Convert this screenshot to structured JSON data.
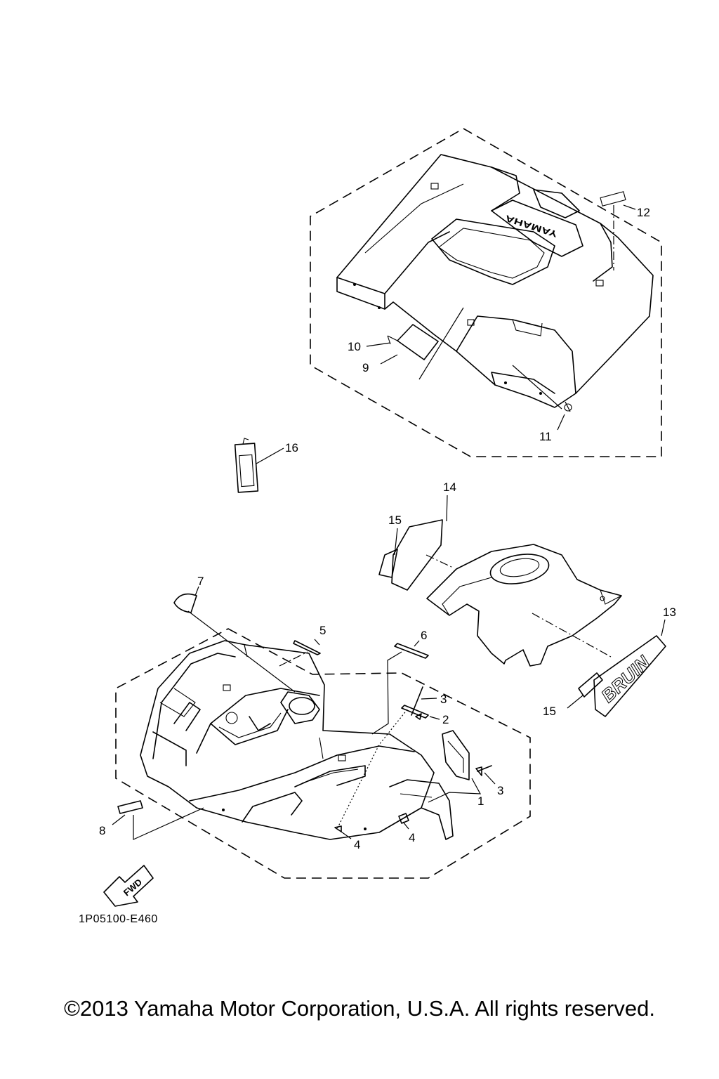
{
  "diagram": {
    "code": "1P05100-E460",
    "copyright": "©2013 Yamaha Motor Corporation, U.S.A. All rights reserved.",
    "fwd_label": "FWD",
    "rear_fender_logo": "YAMAHA",
    "callouts": {
      "c1": "1",
      "c2": "2",
      "c3a": "3",
      "c3b": "3",
      "c4a": "4",
      "c4b": "4",
      "c5": "5",
      "c6": "6",
      "c7": "7",
      "c8": "8",
      "c9": "9",
      "c10": "10",
      "c11": "11",
      "c12": "12",
      "c13": "13",
      "c14": "14",
      "c15a": "15",
      "c15b": "15",
      "c16": "16"
    }
  }
}
